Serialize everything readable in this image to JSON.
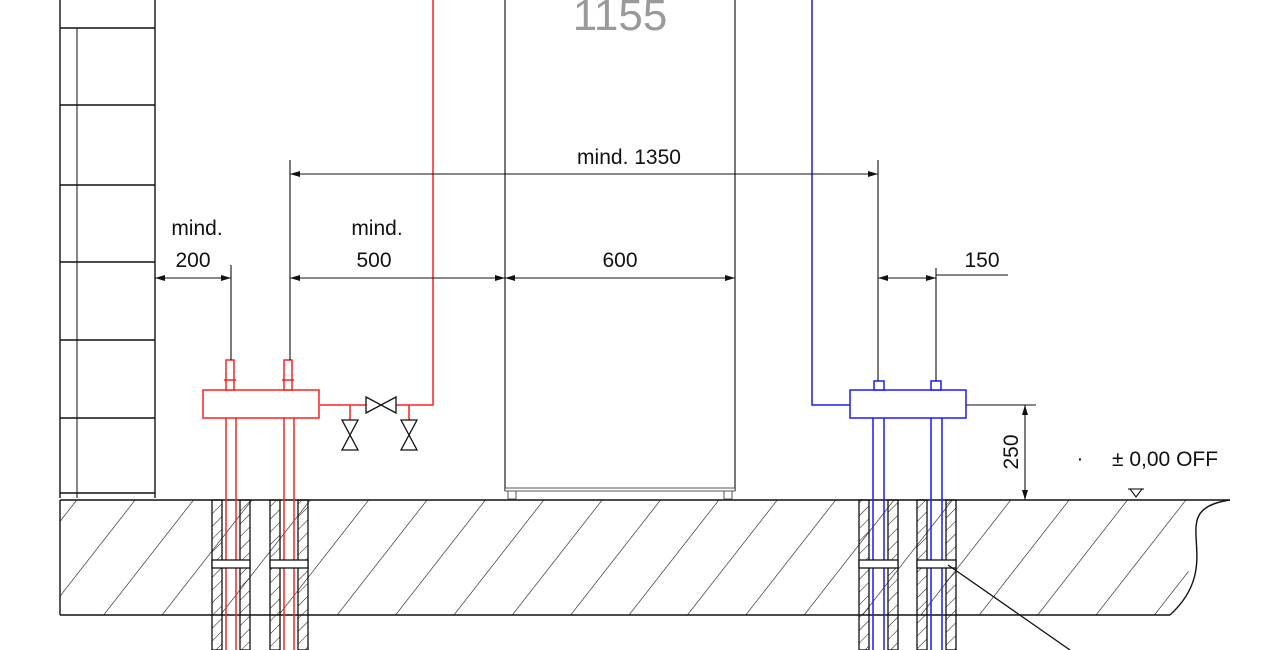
{
  "unit_height_label": "1155",
  "dimensions": {
    "total_min_label": "mind. 1350",
    "wall_min_prefix": "mind.",
    "wall_min_value": "200",
    "pipe_min_prefix": "mind.",
    "pipe_min_value": "500",
    "unit_width": "600",
    "blue_pipe_spacing": "150",
    "header_height": "250",
    "level_dot": "·",
    "level_label": "± 0,00 OFF"
  },
  "colors": {
    "line": "#111111",
    "hot_pipe": "#ff2020",
    "cold_pipe": "#1a1aff",
    "unit_label": "#9a9a9a"
  }
}
